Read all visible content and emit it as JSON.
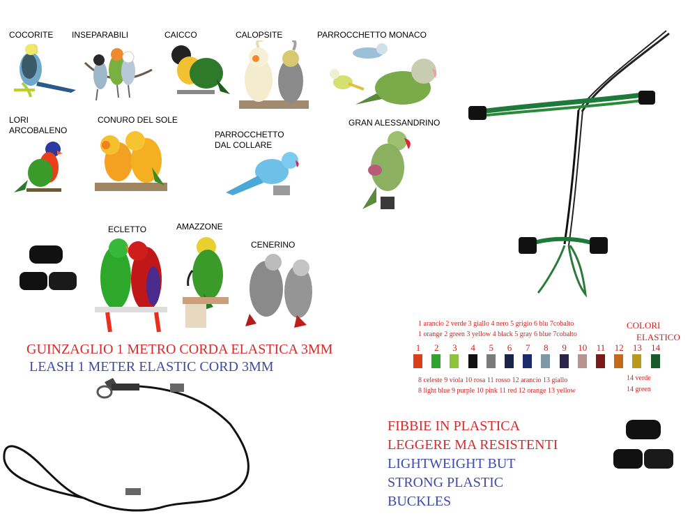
{
  "birds": [
    {
      "id": "cocorite",
      "lines": [
        "COCORITE"
      ]
    },
    {
      "id": "inseparabili",
      "lines": [
        "INSEPARABILI"
      ]
    },
    {
      "id": "caicco",
      "lines": [
        "CAICCO"
      ]
    },
    {
      "id": "calopsite",
      "lines": [
        "CALOPSITE"
      ]
    },
    {
      "id": "monaco",
      "lines": [
        "PARROCCHETTO MONACO"
      ]
    },
    {
      "id": "lori",
      "lines": [
        "LORI",
        "ARCOBALENO"
      ]
    },
    {
      "id": "conuro",
      "lines": [
        "CONURO DEL SOLE"
      ]
    },
    {
      "id": "collare",
      "lines": [
        "PARROCCHETTO",
        "DAL COLLARE"
      ]
    },
    {
      "id": "alessandrino",
      "lines": [
        "GRAN ALESSANDRINO"
      ]
    },
    {
      "id": "ecletto",
      "lines": [
        "ECLETTO"
      ]
    },
    {
      "id": "amazzone",
      "lines": [
        "AMAZZONE"
      ]
    },
    {
      "id": "cenerino",
      "lines": [
        "CENERINO"
      ]
    }
  ],
  "leash": {
    "title_it": "GUINZAGLIO 1 METRO CORDA ELASTICA 3MM",
    "title_en": "LEASH 1 METER ELASTIC CORD 3MM"
  },
  "colors": {
    "title_line1": "COLORI",
    "title_line2": "ELASTICO",
    "legend_top_it": "1 arancio  2 verde   3 giallo  4 nero  5 grigio  6 blu  7cobalto",
    "legend_top_en": "1 orange 2 green  3 yellow  4 black   5 gray  6 blue  7cobalto",
    "legend_bot_it": "8 celeste     9 viola    10 rosa    11 rosso 12 arancio   13 giallo",
    "legend_bot_en": "8 light blue   9 purple  10 pink   11 red    12 orange   13 yellow",
    "legend_14_it": "14 verde",
    "legend_14_en": "14 green",
    "swatches": [
      {
        "n": "1",
        "color": "#d9401a"
      },
      {
        "n": "2",
        "color": "#2fa52f"
      },
      {
        "n": "3",
        "color": "#8cc43a"
      },
      {
        "n": "4",
        "color": "#111111"
      },
      {
        "n": "5",
        "color": "#7a7a7a"
      },
      {
        "n": "6",
        "color": "#1a2444"
      },
      {
        "n": "7",
        "color": "#1d2a6a"
      },
      {
        "n": "8",
        "color": "#7f98a8"
      },
      {
        "n": "9",
        "color": "#2a2448"
      },
      {
        "n": "10",
        "color": "#b89490"
      },
      {
        "n": "11",
        "color": "#7a1a1a"
      },
      {
        "n": "12",
        "color": "#c46a1a"
      },
      {
        "n": "13",
        "color": "#b89a1a"
      },
      {
        "n": "14",
        "color": "#1a5a2a"
      }
    ]
  },
  "buckles": {
    "line1_it": "FIBBIE IN PLASTICA",
    "line2_it": "LEGGERE MA RESISTENTI",
    "line1_en": "LIGHTWEIGHT BUT",
    "line2_en": "STRONG PLASTIC",
    "line3_en": "BUCKLES"
  }
}
